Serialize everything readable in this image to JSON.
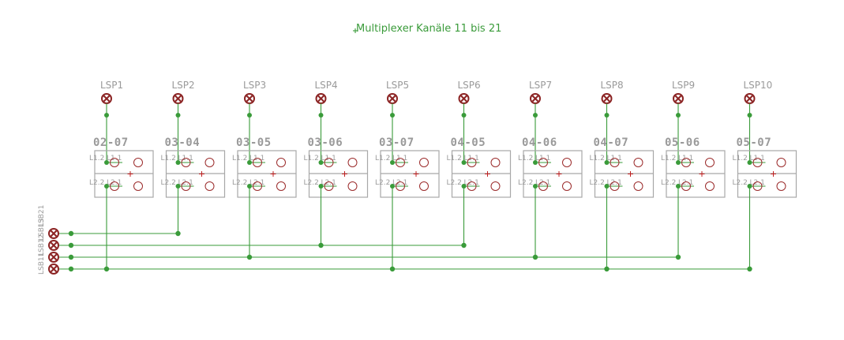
{
  "title": "Multiplexer Kanäle 11 bis 21",
  "speakers": [
    "LSP1",
    "LSP2",
    "LSP3",
    "LSP4",
    "LSP5",
    "LSP6",
    "LSP7",
    "LSP8",
    "LSP9",
    "LSP10"
  ],
  "relays": [
    "02-07",
    "03-04",
    "03-05",
    "03-06",
    "03-07",
    "04-05",
    "04-06",
    "04-07",
    "05-06",
    "05-07"
  ],
  "pin_labels": {
    "top_left": "L1.2",
    "top_right": "L1.1",
    "bottom_left": "L2.2",
    "bottom_right": "L2.1"
  },
  "connector": {
    "labels": [
      "LSB11",
      "LSB12",
      "LSB13",
      "LSB21"
    ]
  },
  "colors": {
    "wire": "#3a9b3a",
    "pad": "#8b2323",
    "frame": "#a8a8a8",
    "text": "#9a9a9a"
  }
}
